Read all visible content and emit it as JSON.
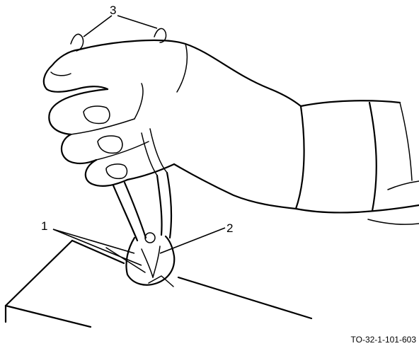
{
  "callouts": [
    {
      "number": "1"
    },
    {
      "number": "2"
    },
    {
      "number": "3"
    }
  ],
  "reference_id": "TO-32-1-101-603"
}
